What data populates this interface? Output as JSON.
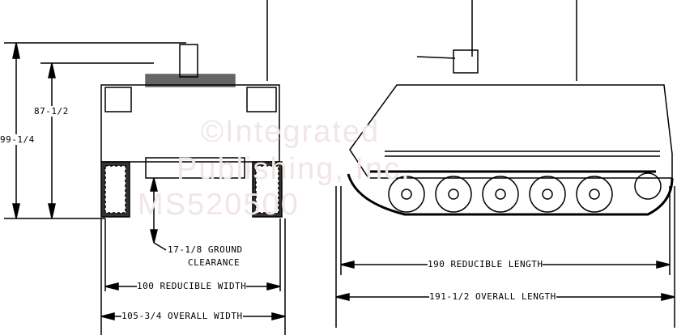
{
  "dimensions": {
    "overall_height": "99-1/4",
    "reducible_height": "87-1/2",
    "ground_clearance_1": "17-1/8 GROUND",
    "ground_clearance_2": "CLEARANCE",
    "reducible_width": "100 REDUCIBLE WIDTH",
    "overall_width": "105-3/4 OVERALL WIDTH",
    "reducible_length": "190 REDUCIBLE LENGTH",
    "overall_length": "191-1/2 OVERALL LENGTH"
  },
  "watermark": {
    "line1": "©Integrated",
    "line2": "Publishing, Inc.",
    "line3": "MS520500"
  },
  "colors": {
    "ink": "#000000",
    "watermark": "#f1e6e6"
  }
}
